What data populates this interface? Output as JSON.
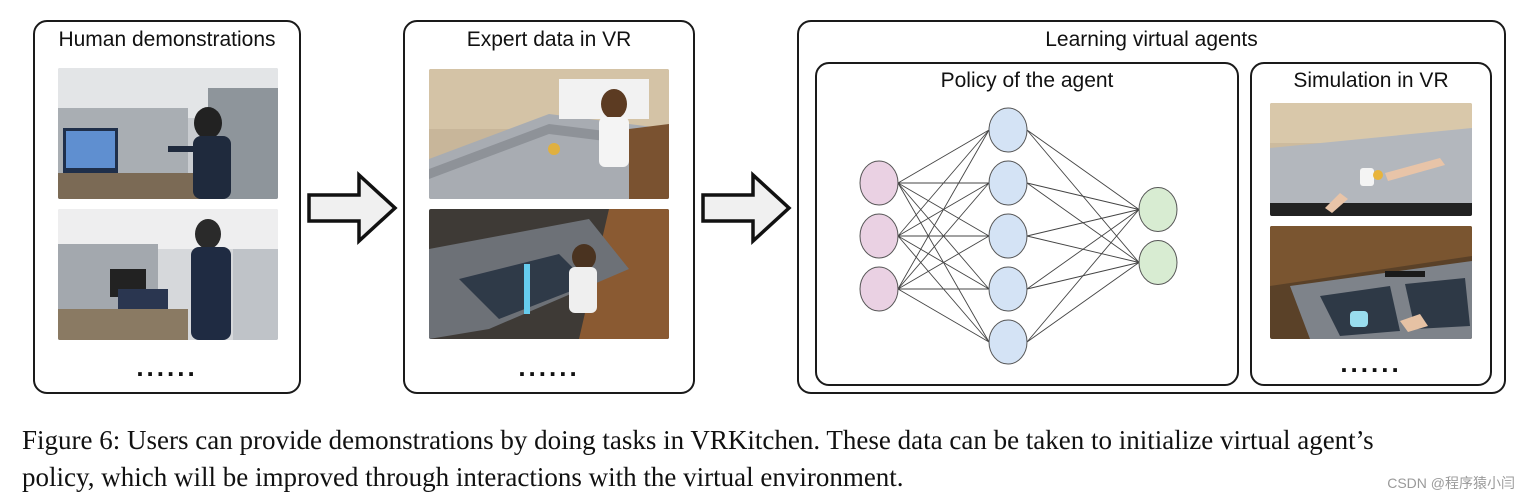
{
  "panels": {
    "human": {
      "title": "Human demonstrations",
      "ellipsis": "......"
    },
    "expert": {
      "title": "Expert data in VR",
      "ellipsis": "......"
    },
    "learning": {
      "title": "Learning virtual agents"
    },
    "policy": {
      "title": "Policy of the agent"
    },
    "simulation": {
      "title": "Simulation in VR",
      "ellipsis": "......"
    }
  },
  "network": {
    "layer_sizes": [
      3,
      5,
      2
    ],
    "colors": {
      "input": "#ead1e3",
      "hidden": "#d4e3f5",
      "output": "#d8ecd2",
      "stroke": "#555555",
      "edge": "#444444"
    }
  },
  "caption": {
    "line1": "Figure 6: Users can provide demonstrations by doing tasks in VRKitchen. These data can be taken to initialize virtual agent’s",
    "line2": "policy, which will be improved through interactions with the virtual environment."
  },
  "watermark": "CSDN @程序猿小闫"
}
